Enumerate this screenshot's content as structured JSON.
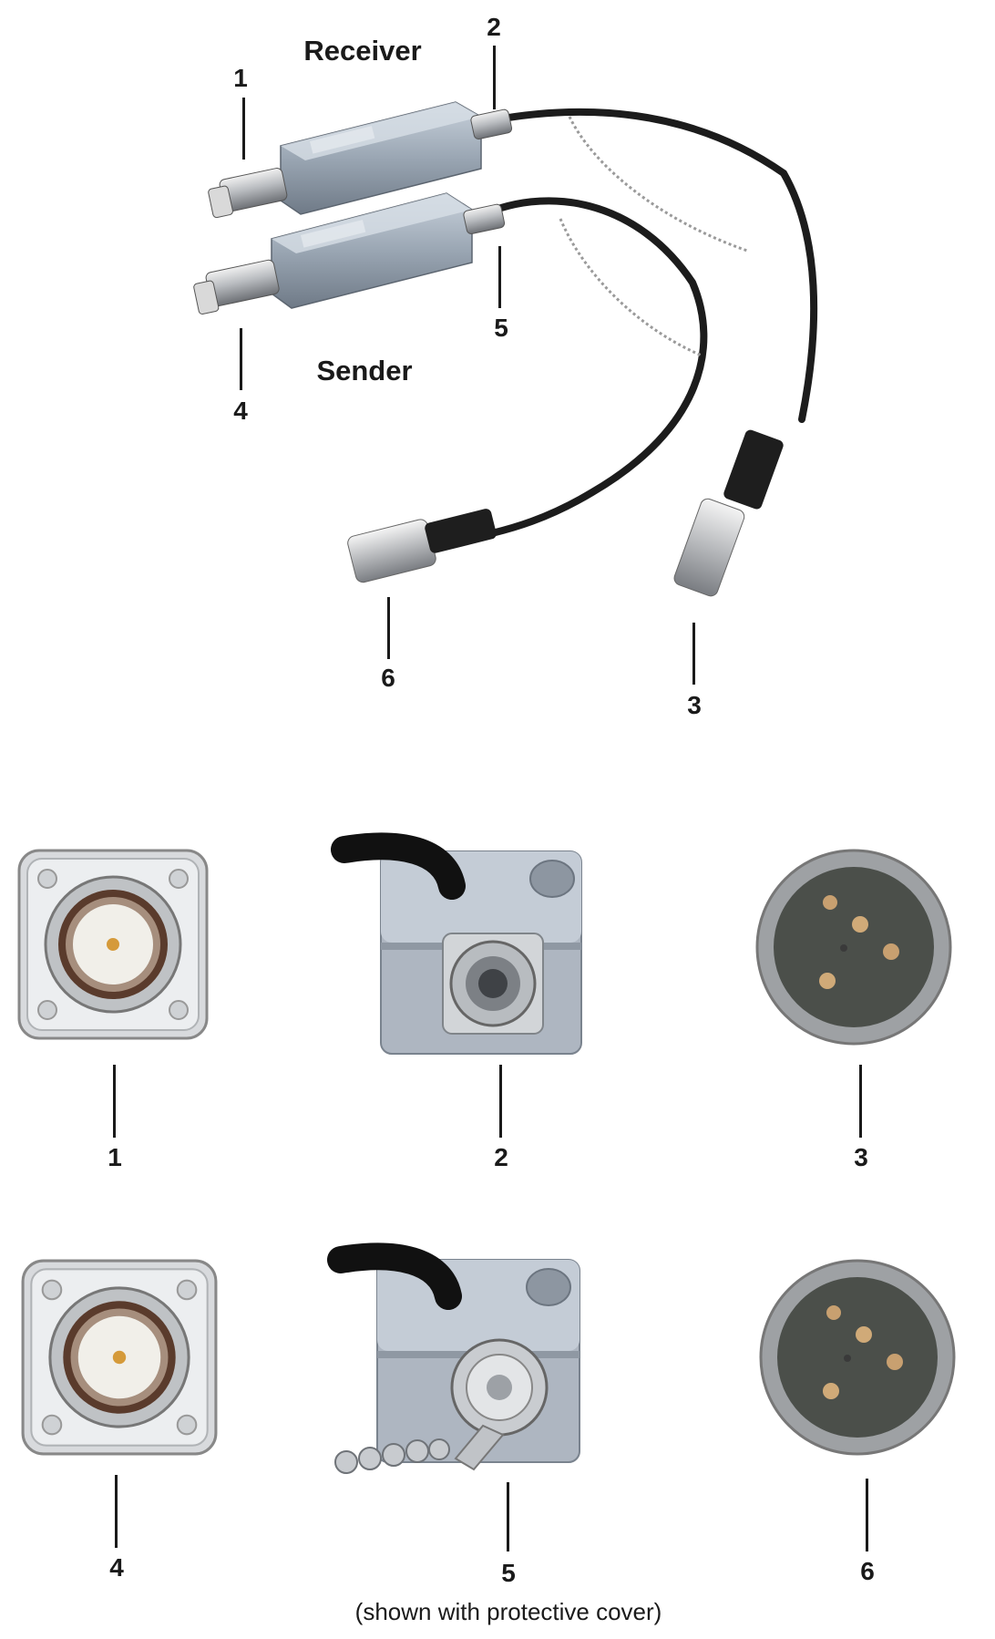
{
  "figure": {
    "top": {
      "receiver_title": "Receiver",
      "sender_title": "Sender",
      "callouts": [
        "1",
        "2",
        "3",
        "4",
        "5",
        "6"
      ]
    },
    "row1": {
      "labels": [
        "1",
        "2",
        "3"
      ]
    },
    "row2": {
      "labels": [
        "4",
        "5",
        "6"
      ],
      "caption": "(shown with protective cover)"
    }
  }
}
